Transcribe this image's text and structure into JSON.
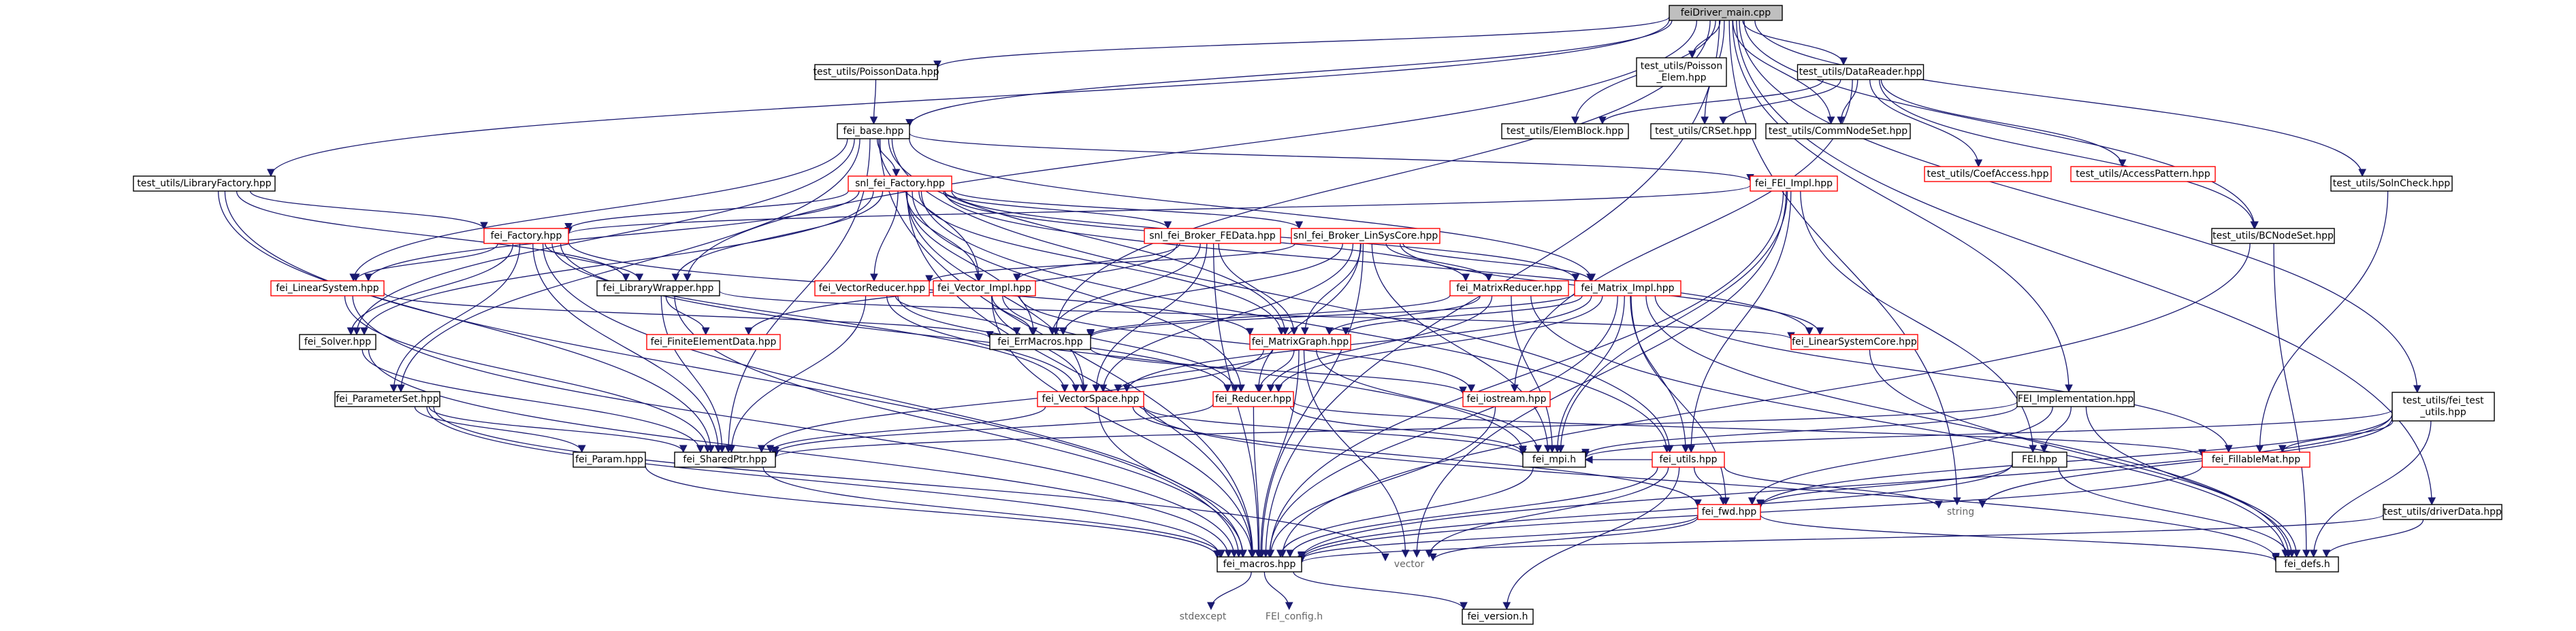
{
  "diagram": {
    "root": "fei_driver_main",
    "colors": {
      "edge": "#191970",
      "root_fill": "#bfbfbf",
      "node_fill": "#ffffff",
      "node_border": "#000000",
      "truncated_border": "#ff0000",
      "system_text": "#666666"
    },
    "nodes": [
      {
        "id": "fei_driver_main",
        "label": [
          "feiDriver_main.cpp"
        ],
        "style": "root"
      },
      {
        "id": "poisson_data",
        "label": [
          "test_utils/PoissonData.hpp"
        ],
        "style": "normal"
      },
      {
        "id": "poisson_elem",
        "label": [
          "test_utils/Poisson",
          "_Elem.hpp"
        ],
        "style": "normal"
      },
      {
        "id": "data_reader",
        "label": [
          "test_utils/DataReader.hpp"
        ],
        "style": "normal"
      },
      {
        "id": "fei_base",
        "label": [
          "fei_base.hpp"
        ],
        "style": "normal"
      },
      {
        "id": "elem_block",
        "label": [
          "test_utils/ElemBlock.hpp"
        ],
        "style": "normal"
      },
      {
        "id": "cr_set",
        "label": [
          "test_utils/CRSet.hpp"
        ],
        "style": "normal"
      },
      {
        "id": "comm_node_set",
        "label": [
          "test_utils/CommNodeSet.hpp"
        ],
        "style": "normal"
      },
      {
        "id": "coef_access",
        "label": [
          "test_utils/CoefAccess.hpp"
        ],
        "style": "truncated"
      },
      {
        "id": "access_pattern",
        "label": [
          "test_utils/AccessPattern.hpp"
        ],
        "style": "truncated"
      },
      {
        "id": "library_factory",
        "label": [
          "test_utils/LibraryFactory.hpp"
        ],
        "style": "normal"
      },
      {
        "id": "snl_fei_factory",
        "label": [
          "snl_fei_Factory.hpp"
        ],
        "style": "truncated"
      },
      {
        "id": "fei_impl",
        "label": [
          "fei_FEI_Impl.hpp"
        ],
        "style": "truncated"
      },
      {
        "id": "soln_check",
        "label": [
          "test_utils/SolnCheck.hpp"
        ],
        "style": "normal"
      },
      {
        "id": "bc_node_set",
        "label": [
          "test_utils/BCNodeSet.hpp"
        ],
        "style": "normal"
      },
      {
        "id": "fei_factory",
        "label": [
          "fei_Factory.hpp"
        ],
        "style": "truncated"
      },
      {
        "id": "snl_fe_data",
        "label": [
          "snl_fei_Broker_FEData.hpp"
        ],
        "style": "truncated"
      },
      {
        "id": "snl_lin_sys_core",
        "label": [
          "snl_fei_Broker_LinSysCore.hpp"
        ],
        "style": "truncated"
      },
      {
        "id": "fei_linear_system",
        "label": [
          "fei_LinearSystem.hpp"
        ],
        "style": "truncated"
      },
      {
        "id": "fei_library_wrapper",
        "label": [
          "fei_LibraryWrapper.hpp"
        ],
        "style": "normal"
      },
      {
        "id": "fei_vector_reducer",
        "label": [
          "fei_VectorReducer.hpp"
        ],
        "style": "truncated"
      },
      {
        "id": "fei_vector_impl",
        "label": [
          "fei_Vector_Impl.hpp"
        ],
        "style": "truncated"
      },
      {
        "id": "fei_matrix_reducer",
        "label": [
          "fei_MatrixReducer.hpp"
        ],
        "style": "truncated"
      },
      {
        "id": "fei_matrix_impl",
        "label": [
          "fei_Matrix_Impl.hpp"
        ],
        "style": "truncated"
      },
      {
        "id": "fei_solver",
        "label": [
          "fei_Solver.hpp"
        ],
        "style": "normal"
      },
      {
        "id": "fei_finite_element_data",
        "label": [
          "fei_FiniteElementData.hpp"
        ],
        "style": "truncated"
      },
      {
        "id": "fei_err_macros",
        "label": [
          "fei_ErrMacros.hpp"
        ],
        "style": "normal"
      },
      {
        "id": "fei_matrix_graph",
        "label": [
          "fei_MatrixGraph.hpp"
        ],
        "style": "truncated"
      },
      {
        "id": "fei_linear_system_core",
        "label": [
          "fei_LinearSystemCore.hpp"
        ],
        "style": "truncated"
      },
      {
        "id": "fei_parameter_set",
        "label": [
          "fei_ParameterSet.hpp"
        ],
        "style": "normal"
      },
      {
        "id": "fei_vector_space",
        "label": [
          "fei_VectorSpace.hpp"
        ],
        "style": "truncated"
      },
      {
        "id": "fei_reducer",
        "label": [
          "fei_Reducer.hpp"
        ],
        "style": "truncated"
      },
      {
        "id": "fei_iostream",
        "label": [
          "fei_iostream.hpp"
        ],
        "style": "truncated"
      },
      {
        "id": "fei_implementation",
        "label": [
          "FEI_Implementation.hpp"
        ],
        "style": "normal"
      },
      {
        "id": "test_utils_fei_test",
        "label": [
          "test_utils/fei_test",
          "_utils.hpp"
        ],
        "style": "normal"
      },
      {
        "id": "fei_param",
        "label": [
          "fei_Param.hpp"
        ],
        "style": "normal"
      },
      {
        "id": "fei_shared_ptr",
        "label": [
          "fei_SharedPtr.hpp"
        ],
        "style": "normal"
      },
      {
        "id": "fei_mpi",
        "label": [
          "fei_mpi.h"
        ],
        "style": "normal"
      },
      {
        "id": "fei_utils",
        "label": [
          "fei_utils.hpp"
        ],
        "style": "truncated"
      },
      {
        "id": "fei_hpp",
        "label": [
          "FEI.hpp"
        ],
        "style": "normal"
      },
      {
        "id": "fei_fillable_mat",
        "label": [
          "fei_FillableMat.hpp"
        ],
        "style": "truncated"
      },
      {
        "id": "string",
        "label": [
          "string"
        ],
        "style": "system"
      },
      {
        "id": "fei_fwd",
        "label": [
          "fei_fwd.hpp"
        ],
        "style": "truncated"
      },
      {
        "id": "test_utils_driver_data",
        "label": [
          "test_utils/driverData.hpp"
        ],
        "style": "normal"
      },
      {
        "id": "fei_macros",
        "label": [
          "fei_macros.hpp"
        ],
        "style": "normal"
      },
      {
        "id": "vector",
        "label": [
          "vector"
        ],
        "style": "system"
      },
      {
        "id": "fei_defs",
        "label": [
          "fei_defs.h"
        ],
        "style": "normal"
      },
      {
        "id": "stdexcept",
        "label": [
          "stdexcept"
        ],
        "style": "system"
      },
      {
        "id": "fei_config",
        "label": [
          "FEI_config.h"
        ],
        "style": "system"
      },
      {
        "id": "fei_version",
        "label": [
          "fei_version.h"
        ],
        "style": "normal"
      }
    ],
    "edges": [
      [
        "fei_driver_main",
        "poisson_data"
      ],
      [
        "fei_driver_main",
        "poisson_elem"
      ],
      [
        "fei_driver_main",
        "data_reader"
      ],
      [
        "fei_driver_main",
        "fei_base"
      ],
      [
        "fei_driver_main",
        "library_factory"
      ],
      [
        "fei_driver_main",
        "elem_block"
      ],
      [
        "fei_driver_main",
        "cr_set"
      ],
      [
        "fei_driver_main",
        "comm_node_set"
      ],
      [
        "fei_driver_main",
        "soln_check"
      ],
      [
        "fei_driver_main",
        "bc_node_set"
      ],
      [
        "fei_driver_main",
        "fei_implementation"
      ],
      [
        "fei_driver_main",
        "test_utils_fei_test"
      ],
      [
        "fei_driver_main",
        "test_utils_driver_data"
      ],
      [
        "fei_driver_main",
        "fei_library_wrapper"
      ],
      [
        "fei_driver_main",
        "fei_macros"
      ],
      [
        "fei_driver_main",
        "string"
      ],
      [
        "fei_driver_main",
        "fei_err_macros"
      ],
      [
        "poisson_data",
        "fei_base"
      ],
      [
        "data_reader",
        "elem_block"
      ],
      [
        "data_reader",
        "cr_set"
      ],
      [
        "data_reader",
        "comm_node_set"
      ],
      [
        "data_reader",
        "coef_access"
      ],
      [
        "data_reader",
        "access_pattern"
      ],
      [
        "data_reader",
        "bc_node_set"
      ],
      [
        "data_reader",
        "fei_iostream"
      ],
      [
        "fei_base",
        "snl_fei_factory"
      ],
      [
        "fei_base",
        "fei_impl"
      ],
      [
        "fei_base",
        "fei_linear_system"
      ],
      [
        "fei_base",
        "fei_vector_impl"
      ],
      [
        "fei_base",
        "fei_matrix_impl"
      ],
      [
        "fei_base",
        "fei_solver"
      ],
      [
        "fei_base",
        "fei_parameter_set"
      ],
      [
        "fei_base",
        "fei_shared_ptr"
      ],
      [
        "fei_base",
        "fei_macros"
      ],
      [
        "fei_base",
        "fei_utils"
      ],
      [
        "fei_base",
        "fei_matrix_graph"
      ],
      [
        "library_factory",
        "fei_factory"
      ],
      [
        "library_factory",
        "fei_library_wrapper"
      ],
      [
        "library_factory",
        "fei_shared_ptr"
      ],
      [
        "library_factory",
        "fei_macros"
      ],
      [
        "snl_fei_factory",
        "fei_factory"
      ],
      [
        "snl_fei_factory",
        "snl_fe_data"
      ],
      [
        "snl_fei_factory",
        "snl_lin_sys_core"
      ],
      [
        "snl_fei_factory",
        "fei_library_wrapper"
      ],
      [
        "snl_fei_factory",
        "fei_linear_system"
      ],
      [
        "snl_fei_factory",
        "fei_vector_reducer"
      ],
      [
        "snl_fei_factory",
        "fei_vector_impl"
      ],
      [
        "snl_fei_factory",
        "fei_matrix_reducer"
      ],
      [
        "snl_fei_factory",
        "fei_matrix_impl"
      ],
      [
        "snl_fei_factory",
        "fei_err_macros"
      ],
      [
        "snl_fei_factory",
        "fei_vector_space"
      ],
      [
        "snl_fei_factory",
        "fei_reducer"
      ],
      [
        "snl_fei_factory",
        "fei_linear_system_core"
      ],
      [
        "snl_fei_factory",
        "fei_utils"
      ],
      [
        "snl_fei_factory",
        "fei_macros"
      ],
      [
        "snl_fei_factory",
        "fei_solver"
      ],
      [
        "snl_fei_factory",
        "fei_matrix_graph"
      ],
      [
        "fei_impl",
        "fei_factory"
      ],
      [
        "fei_impl",
        "fei_hpp"
      ],
      [
        "fei_impl",
        "fei_mpi"
      ],
      [
        "fei_impl",
        "fei_macros"
      ],
      [
        "fei_impl",
        "fei_utils"
      ],
      [
        "fei_impl",
        "vector"
      ],
      [
        "soln_check",
        "fei_fillable_mat"
      ],
      [
        "bc_node_set",
        "fei_macros"
      ],
      [
        "bc_node_set",
        "fei_defs"
      ],
      [
        "fei_factory",
        "fei_linear_system"
      ],
      [
        "fei_factory",
        "fei_library_wrapper"
      ],
      [
        "fei_factory",
        "fei_solver"
      ],
      [
        "fei_factory",
        "fei_parameter_set"
      ],
      [
        "fei_factory",
        "fei_vector_space"
      ],
      [
        "fei_factory",
        "fei_mpi"
      ],
      [
        "fei_factory",
        "fei_shared_ptr"
      ],
      [
        "fei_factory",
        "fei_matrix_graph"
      ],
      [
        "fei_factory",
        "fei_macros"
      ],
      [
        "snl_fe_data",
        "fei_vector_impl"
      ],
      [
        "snl_fe_data",
        "fei_err_macros"
      ],
      [
        "snl_fe_data",
        "fei_matrix_graph"
      ],
      [
        "snl_fe_data",
        "fei_vector_space"
      ],
      [
        "snl_fe_data",
        "fei_macros"
      ],
      [
        "snl_fe_data",
        "fei_finite_element_data"
      ],
      [
        "snl_lin_sys_core",
        "fei_vector_reducer"
      ],
      [
        "snl_lin_sys_core",
        "fei_matrix_reducer"
      ],
      [
        "snl_lin_sys_core",
        "fei_matrix_impl"
      ],
      [
        "snl_lin_sys_core",
        "fei_err_macros"
      ],
      [
        "snl_lin_sys_core",
        "fei_matrix_graph"
      ],
      [
        "snl_lin_sys_core",
        "fei_vector_space"
      ],
      [
        "snl_lin_sys_core",
        "fei_reducer"
      ],
      [
        "snl_lin_sys_core",
        "fei_linear_system_core"
      ],
      [
        "snl_lin_sys_core",
        "fei_mpi"
      ],
      [
        "snl_lin_sys_core",
        "fei_macros"
      ],
      [
        "fei_linear_system",
        "fei_err_macros"
      ],
      [
        "fei_linear_system",
        "fei_shared_ptr"
      ],
      [
        "fei_linear_system",
        "fei_macros"
      ],
      [
        "fei_library_wrapper",
        "fei_finite_element_data"
      ],
      [
        "fei_library_wrapper",
        "fei_linear_system_core"
      ],
      [
        "fei_library_wrapper",
        "fei_shared_ptr"
      ],
      [
        "fei_library_wrapper",
        "fei_macros"
      ],
      [
        "fei_vector_reducer",
        "fei_err_macros"
      ],
      [
        "fei_vector_reducer",
        "fei_vector_space"
      ],
      [
        "fei_vector_reducer",
        "fei_reducer"
      ],
      [
        "fei_vector_reducer",
        "fei_shared_ptr"
      ],
      [
        "fei_vector_impl",
        "fei_err_macros"
      ],
      [
        "fei_vector_impl",
        "fei_vector_space"
      ],
      [
        "fei_vector_impl",
        "fei_reducer"
      ],
      [
        "fei_vector_impl",
        "fei_iostream"
      ],
      [
        "fei_vector_impl",
        "fei_macros"
      ],
      [
        "fei_matrix_reducer",
        "fei_err_macros"
      ],
      [
        "fei_matrix_reducer",
        "fei_matrix_graph"
      ],
      [
        "fei_matrix_reducer",
        "fei_reducer"
      ],
      [
        "fei_matrix_reducer",
        "fei_mpi"
      ],
      [
        "fei_matrix_reducer",
        "fei_defs"
      ],
      [
        "fei_matrix_impl",
        "fei_err_macros"
      ],
      [
        "fei_matrix_impl",
        "fei_matrix_graph"
      ],
      [
        "fei_matrix_impl",
        "fei_vector_space"
      ],
      [
        "fei_matrix_impl",
        "fei_reducer"
      ],
      [
        "fei_matrix_impl",
        "fei_mpi"
      ],
      [
        "fei_matrix_impl",
        "fei_fillable_mat"
      ],
      [
        "fei_matrix_impl",
        "fei_utils"
      ],
      [
        "fei_matrix_impl",
        "fei_fwd"
      ],
      [
        "fei_matrix_impl",
        "fei_macros"
      ],
      [
        "fei_matrix_impl",
        "fei_defs"
      ],
      [
        "fei_solver",
        "fei_shared_ptr"
      ],
      [
        "fei_solver",
        "fei_macros"
      ],
      [
        "fei_err_macros",
        "fei_iostream"
      ],
      [
        "fei_matrix_graph",
        "fei_vector_space"
      ],
      [
        "fei_matrix_graph",
        "fei_reducer"
      ],
      [
        "fei_matrix_graph",
        "fei_macros"
      ],
      [
        "fei_matrix_graph",
        "fei_shared_ptr"
      ],
      [
        "fei_matrix_graph",
        "vector"
      ],
      [
        "fei_matrix_graph",
        "fei_mpi"
      ],
      [
        "fei_linear_system_core",
        "fei_defs"
      ],
      [
        "fei_parameter_set",
        "fei_param"
      ],
      [
        "fei_parameter_set",
        "fei_shared_ptr"
      ],
      [
        "fei_parameter_set",
        "fei_macros"
      ],
      [
        "fei_parameter_set",
        "vector"
      ],
      [
        "fei_vector_space",
        "fei_shared_ptr"
      ],
      [
        "fei_vector_space",
        "fei_mpi"
      ],
      [
        "fei_vector_space",
        "fei_fwd"
      ],
      [
        "fei_vector_space",
        "fei_macros"
      ],
      [
        "fei_vector_space",
        "fei_defs"
      ],
      [
        "fei_reducer",
        "fei_fillable_mat"
      ],
      [
        "fei_reducer",
        "fei_mpi"
      ],
      [
        "fei_reducer",
        "fei_shared_ptr"
      ],
      [
        "fei_reducer",
        "fei_macros"
      ],
      [
        "fei_iostream",
        "fei_macros"
      ],
      [
        "fei_implementation",
        "fei_hpp"
      ],
      [
        "fei_implementation",
        "fei_mpi"
      ],
      [
        "fei_implementation",
        "fei_shared_ptr"
      ],
      [
        "fei_implementation",
        "fei_defs"
      ],
      [
        "fei_implementation",
        "fei_fwd"
      ],
      [
        "test_utils_fei_test",
        "fei_fillable_mat"
      ],
      [
        "test_utils_fei_test",
        "string"
      ],
      [
        "test_utils_fei_test",
        "fei_macros"
      ],
      [
        "test_utils_fei_test",
        "fei_defs"
      ],
      [
        "test_utils_fei_test",
        "fei_mpi"
      ],
      [
        "test_utils_fei_test",
        "fei_fwd"
      ],
      [
        "fei_param",
        "fei_macros"
      ],
      [
        "fei_shared_ptr",
        "fei_macros"
      ],
      [
        "fei_mpi",
        "fei_macros"
      ],
      [
        "fei_utils",
        "fei_fwd"
      ],
      [
        "fei_utils",
        "vector"
      ],
      [
        "fei_utils",
        "string"
      ],
      [
        "fei_utils",
        "fei_macros"
      ],
      [
        "fei_utils",
        "fei_version"
      ],
      [
        "fei_utils",
        "fei_mpi"
      ],
      [
        "fei_hpp",
        "fei_fwd"
      ],
      [
        "fei_hpp",
        "fei_defs"
      ],
      [
        "fei_hpp",
        "fei_macros"
      ],
      [
        "fei_fillable_mat",
        "fei_macros"
      ],
      [
        "fei_fwd",
        "fei_macros"
      ],
      [
        "fei_fwd",
        "vector"
      ],
      [
        "fei_fwd",
        "fei_defs"
      ],
      [
        "test_utils_driver_data",
        "fei_macros"
      ],
      [
        "test_utils_driver_data",
        "fei_defs"
      ],
      [
        "fei_macros",
        "stdexcept"
      ],
      [
        "fei_macros",
        "fei_config"
      ],
      [
        "fei_macros",
        "fei_version"
      ]
    ]
  }
}
